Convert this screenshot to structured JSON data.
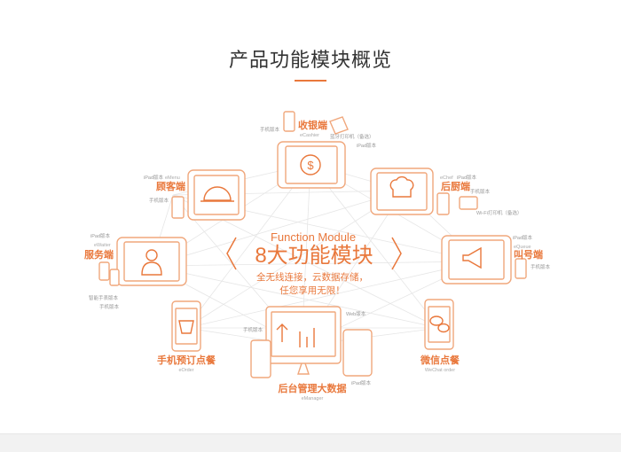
{
  "page": {
    "title": "产品功能模块概览"
  },
  "accent_color": "#e9783c",
  "center": {
    "en_label": "Function Module",
    "cn_label": "8大功能模块",
    "line1": "全无线连接，云数据存储，",
    "line2": "任您享用无限！"
  },
  "modules": [
    {
      "id": "cashier",
      "name": "收银端",
      "sub": "eCashier",
      "icon": "dollar-icon",
      "tags": [
        "手机版本",
        "蓝牙打印机（备选）",
        "iPad版本"
      ]
    },
    {
      "id": "waiter",
      "name": "服务端",
      "sub": "eWaiter",
      "icon": "waiter-icon",
      "tags": [
        "iPad版本",
        "智能手表版本",
        "手机版本"
      ]
    },
    {
      "id": "menu",
      "name": "顾客端",
      "sub": "eMenu",
      "icon": "cloche-icon",
      "tags": [
        "iPad版本",
        "手机版本"
      ]
    },
    {
      "id": "chef",
      "name": "后厨端",
      "sub": "eChef",
      "icon": "chef-hat-icon",
      "tags": [
        "iPad版本",
        "手机版本",
        "Wi-Fi打印机（备选）"
      ]
    },
    {
      "id": "queue",
      "name": "叫号端",
      "sub": "eQueue",
      "icon": "megaphone-icon",
      "tags": [
        "iPad版本",
        "手机版本"
      ]
    },
    {
      "id": "order",
      "name": "手机预订点餐",
      "sub": "eOrder",
      "icon": "basket-icon",
      "tags": []
    },
    {
      "id": "manager",
      "name": "后台管理大数据",
      "sub": "eManager",
      "icon": "chart-icon",
      "tags": [
        "Web版本",
        "手机版本",
        "iPad版本"
      ]
    },
    {
      "id": "wechat",
      "name": "微信点餐",
      "sub": "WeChat order",
      "icon": "wechat-icon",
      "tags": []
    }
  ]
}
